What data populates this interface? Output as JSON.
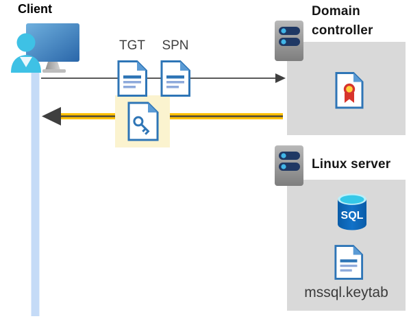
{
  "diagram": {
    "client": {
      "label": "Client"
    },
    "request": {
      "tgt_label": "TGT",
      "spn_label": "SPN"
    },
    "domain_controller": {
      "label": "Domain controller"
    },
    "linux_server": {
      "label": "Linux server",
      "sql_label": "SQL",
      "keytab_label": "mssql.keytab"
    },
    "colors": {
      "request_arrow_gray": "#595959",
      "response_arrow_yellow": "#FFC000",
      "arrowhead_dark": "#3F3F3F",
      "ticket_highlight": "#FBF3CF",
      "zone_box_gray": "#D9D9D9",
      "document_blue": "#2E75B6",
      "document_fold_blue": "#5B9BD5",
      "lifeline_blue": "#C5DBF7",
      "person_cyan": "#3EC1E5",
      "server_bar_navy": "#1F3864",
      "server_led_blue": "#41B6E8",
      "sql_body_blue": "#0E6CC0",
      "sql_top_cyan": "#3FD2EE",
      "certificate_red": "#D7342B",
      "certificate_yellow": "#FFD23E"
    },
    "icons": {
      "client": "client-user-monitor-icon",
      "documents": "document-icon",
      "key_ticket": "key-document-icon",
      "servers": "server-icon",
      "certificate": "certificate-icon",
      "database": "sql-database-icon"
    }
  }
}
